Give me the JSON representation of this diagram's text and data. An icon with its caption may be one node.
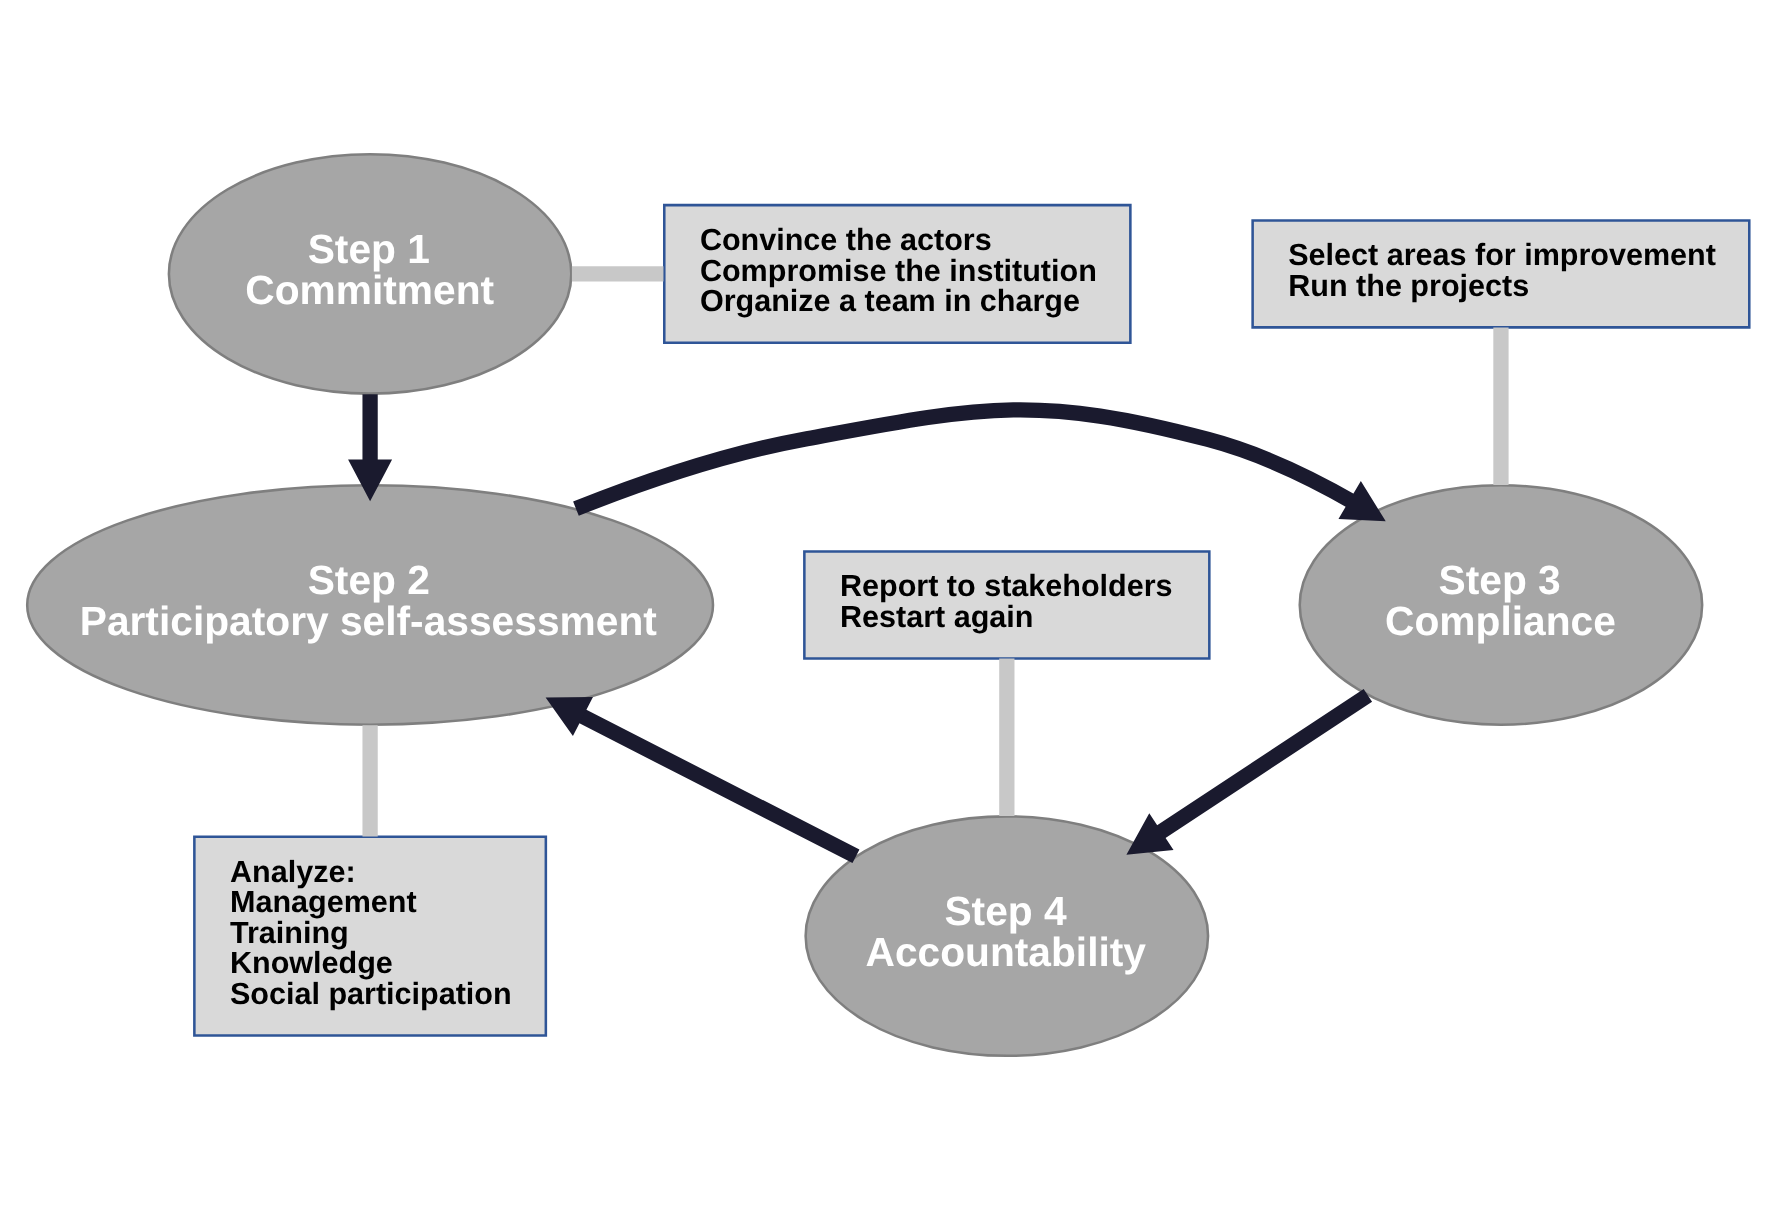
{
  "diagram": {
    "nodes": [
      {
        "text": [
          "Step 1",
          "Commitment"
        ]
      },
      {
        "text": [
          "Convince the actors",
          "Compromise the institution",
          "Organize a team in charge"
        ]
      },
      {
        "text": [
          "Select areas for improvement",
          "Run the projects"
        ]
      },
      {
        "text": [
          "Step 2",
          "Participatory self-assessment"
        ]
      },
      {
        "text": [
          "Step 3",
          "Compliance"
        ]
      },
      {
        "text": [
          "Analyze:",
          "Management",
          "Training",
          "Knowledge",
          "Social participation"
        ]
      },
      {
        "text": [
          "Step 4",
          "Accountability"
        ]
      },
      {
        "text": [
          "Report to stakeholders",
          "Restart again"
        ]
      }
    ],
    "edges": [
      {
        "from": 0,
        "to": 3,
        "arrow": "to"
      },
      {
        "from": 3,
        "to": 4,
        "arrow": "to"
      },
      {
        "from": 4,
        "to": 6,
        "arrow": "to"
      },
      {
        "from": 6,
        "to": 3,
        "arrow": "to"
      },
      {
        "from": 1,
        "to": 0,
        "arrow": "none",
        "color": "#c8c8c8"
      },
      {
        "from": 2,
        "to": 4,
        "arrow": "none",
        "color": "#c8c8c8"
      },
      {
        "from": 5,
        "to": 3,
        "arrow": "none",
        "color": "#c8c8c8"
      },
      {
        "from": 7,
        "to": 6,
        "arrow": "none",
        "color": "#c8c8c8"
      }
    ]
  }
}
